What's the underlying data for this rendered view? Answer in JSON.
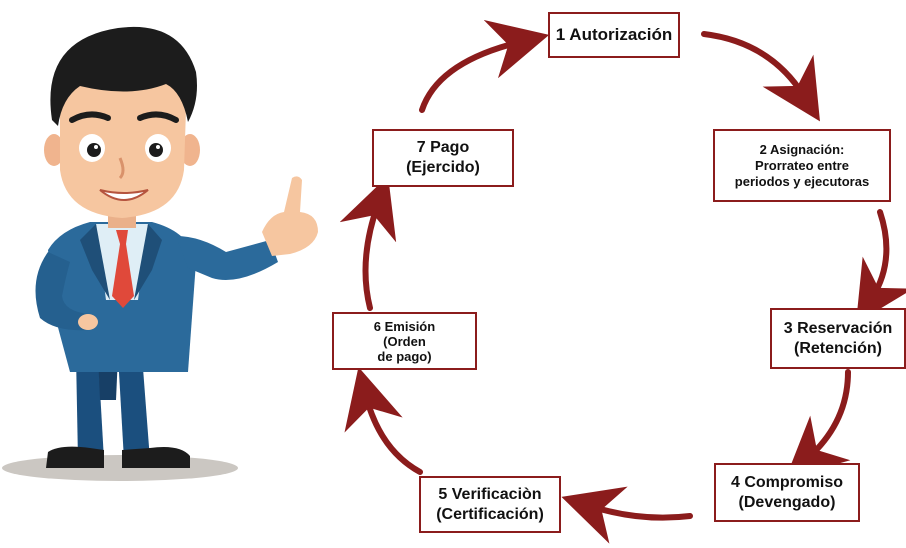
{
  "steps": [
    {
      "id": "s1",
      "label": "1 Autorización"
    },
    {
      "id": "s2",
      "label": "2 Asignación:\nProrrateo entre\nperiodos y ejecutoras"
    },
    {
      "id": "s3",
      "label": "3 Reservación\n(Retención)"
    },
    {
      "id": "s4",
      "label": "4 Compromiso\n(Devengado)"
    },
    {
      "id": "s5",
      "label": "5 Verificaciòn\n(Certificación)"
    },
    {
      "id": "s6",
      "label": "6 Emisión\n(Orden\nde pago)"
    },
    {
      "id": "s7",
      "label": "7 Pago\n(Ejercido)"
    }
  ],
  "colors": {
    "arrow": "#8b1c1c",
    "box_border": "#8b1c1c",
    "suit": "#2b6a9b",
    "suit_dark": "#1f4f78",
    "pants": "#1b4f7e",
    "tie": "#e0493a",
    "skin": "#f6c6a0",
    "hair": "#1c1c1c",
    "shadow": "#cbc7c2"
  },
  "icons": {
    "character": "businessman-pointing-icon",
    "arrows": "curved-arrow-icon"
  }
}
